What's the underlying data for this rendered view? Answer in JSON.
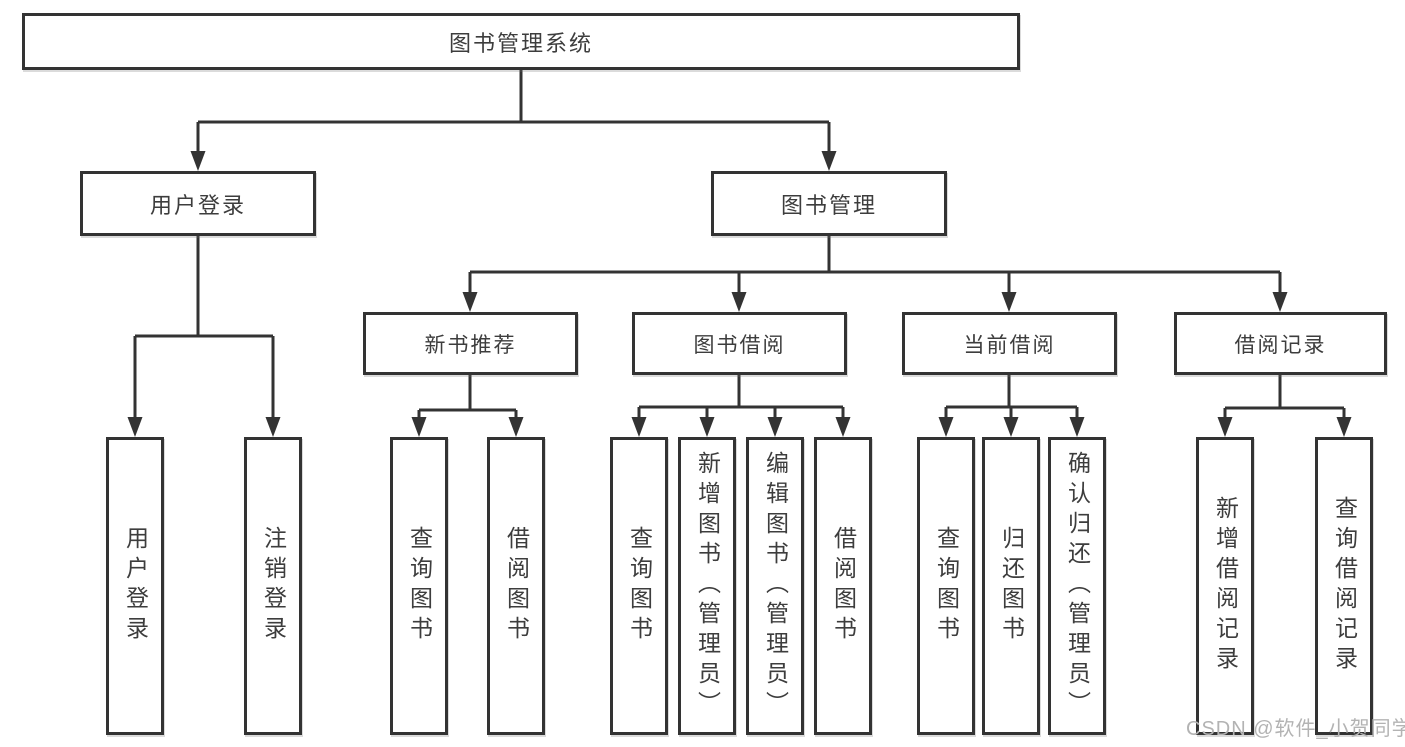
{
  "diagram_title": "图书管理系统",
  "root": {
    "label": "图书管理系统"
  },
  "level1": [
    {
      "label": "用户登录"
    },
    {
      "label": "图书管理"
    }
  ],
  "level2": [
    {
      "label": "新书推荐",
      "parent": "图书管理"
    },
    {
      "label": "图书借阅",
      "parent": "图书管理"
    },
    {
      "label": "当前借阅",
      "parent": "图书管理"
    },
    {
      "label": "借阅记录",
      "parent": "图书管理"
    }
  ],
  "leaves": [
    {
      "label": "用户登录",
      "group": "用户登录"
    },
    {
      "label": "注销登录",
      "group": "用户登录"
    },
    {
      "label": "查询图书",
      "group": "新书推荐"
    },
    {
      "label": "借阅图书",
      "group": "新书推荐"
    },
    {
      "label": "查询图书",
      "group": "图书借阅"
    },
    {
      "label": "新增图书（管理员）",
      "group": "图书借阅"
    },
    {
      "label": "编辑图书（管理员）",
      "group": "图书借阅"
    },
    {
      "label": "借阅图书",
      "group": "图书借阅"
    },
    {
      "label": "查询图书",
      "group": "当前借阅"
    },
    {
      "label": "归还图书",
      "group": "当前借阅"
    },
    {
      "label": "确认归还（管理员）",
      "group": "当前借阅"
    },
    {
      "label": "新增借阅记录",
      "group": "借阅记录"
    },
    {
      "label": "查询借阅记录",
      "group": "借阅记录"
    }
  ],
  "watermark": {
    "text": "CSDN @软件_小贺同学"
  },
  "colors": {
    "line": "#333333",
    "text": "#3d3d3d",
    "background": "#ffffff",
    "watermark": "#b3b3b3"
  }
}
